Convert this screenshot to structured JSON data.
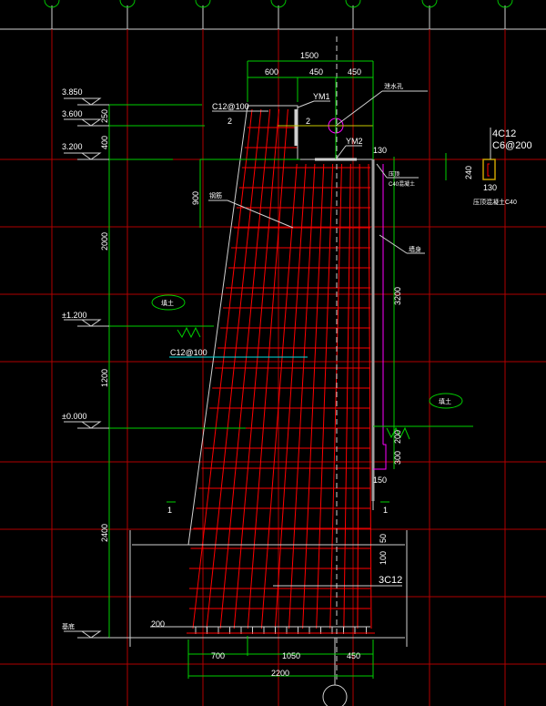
{
  "colors": {
    "background": "#000000",
    "grid": "#c00000",
    "rebar": "#ff0000",
    "dimension": "#00d000",
    "outline": "#d0d0d0",
    "embed": "#ff00ff",
    "note": "#00e0e0",
    "pipe": "#c8a000"
  },
  "elevations": [
    "3.850",
    "3.600",
    "3.200",
    "±1.200",
    "±0.000",
    "基底"
  ],
  "left_dims": [
    "250",
    "400",
    "2000",
    "1200",
    "2400"
  ],
  "top_dims": {
    "total": "1500",
    "a": "600",
    "b": "450",
    "c": "450"
  },
  "bottom_dims": {
    "total": "2200",
    "a": "700",
    "b": "1050",
    "c": "450",
    "heel": "200"
  },
  "right_dims": {
    "top": "130",
    "wall": "3200",
    "d1": "200",
    "d2": "300",
    "toe": "150",
    "base1": "50",
    "base2": "100"
  },
  "labels": {
    "rebar_top": "C12@100",
    "rebar_mid": "C12@100",
    "section_top_left": "2",
    "section_top_right": "2",
    "section_bottom_left": "1",
    "section_bottom_right": "1",
    "ym1": "YM1",
    "ym2": "YM2",
    "drain_note": "泄水孔",
    "steel_note": "钢筋",
    "dim_900": "900",
    "column_note_1": "压顶",
    "column_note_2": "C40混凝土",
    "wall_note": "墙身",
    "soil_left": "填土",
    "soil_right": "填土",
    "base_bar": "3C12"
  },
  "detail": {
    "bars": "4C12",
    "stirrups": "C6@200",
    "height": "240",
    "width": "130",
    "concrete": "压顶混凝土C40"
  }
}
